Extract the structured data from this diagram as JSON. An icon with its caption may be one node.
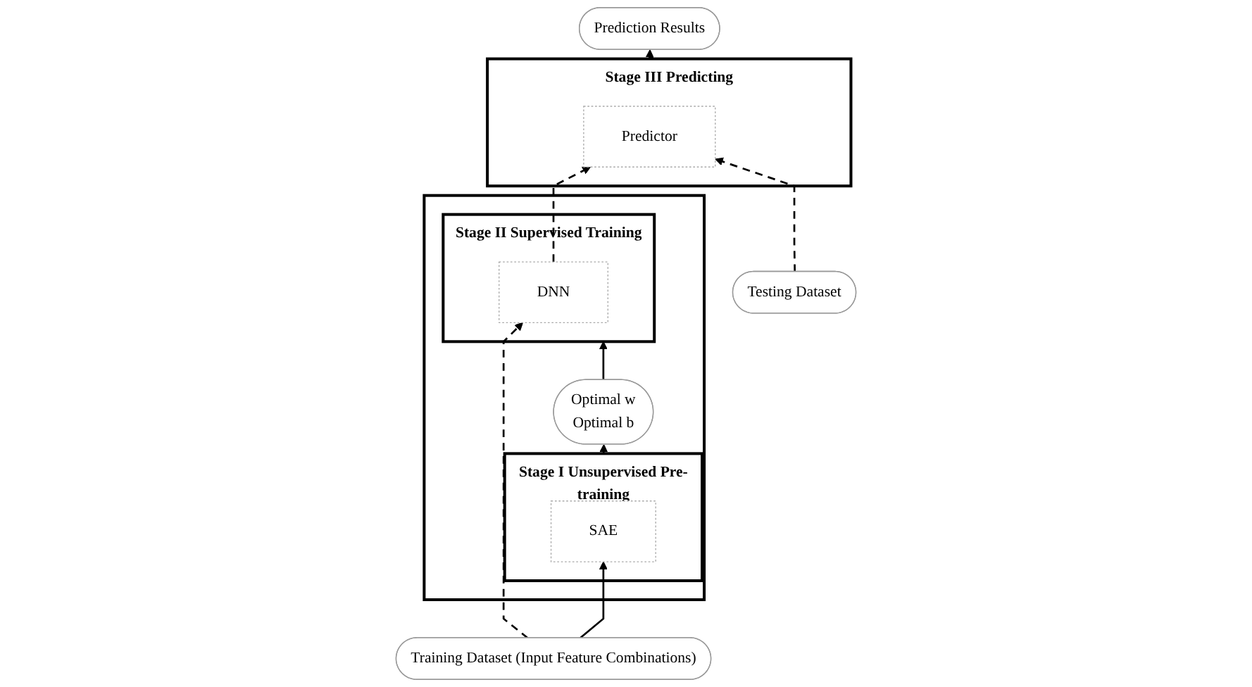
{
  "diagram": {
    "nodes": [
      {
        "text": [],
        "shape": "box"
      },
      {
        "text": [
          "Stage II Supervised Training"
        ],
        "in": 0
      },
      {
        "text": [
          "DNN"
        ],
        "in": 1
      },
      {
        "text": [
          "Optimal w",
          "Optimal b"
        ],
        "in": 0
      },
      {
        "text": [
          "Stage I Unsupervised Pre-training"
        ],
        "in": 0
      },
      {
        "text": [
          "SAE"
        ],
        "in": 4
      },
      {
        "text": [
          "Stage III Predicting"
        ]
      },
      {
        "text": [
          "Predictor"
        ],
        "in": 6
      },
      {
        "text": [
          "Training Dataset (Input Feature Combinations)"
        ]
      },
      {
        "text": [
          "Testing Dataset"
        ]
      },
      {
        "text": [
          "Prediction Results"
        ]
      }
    ],
    "edges": [
      {
        "from": 8,
        "to": 5,
        "arrow": "to"
      },
      {
        "from": 8,
        "to": 2,
        "arrow": "to",
        "style": "dashed"
      },
      {
        "from": 4,
        "to": 3,
        "arrow": "to"
      },
      {
        "from": 3,
        "to": 1,
        "arrow": "to"
      },
      {
        "from": 2,
        "to": 7,
        "arrow": "to",
        "style": "dashed"
      },
      {
        "from": 9,
        "to": 7,
        "arrow": "to",
        "style": "dashed"
      },
      {
        "from": 6,
        "to": 10,
        "arrow": "to",
        "style": "dashed"
      }
    ]
  }
}
